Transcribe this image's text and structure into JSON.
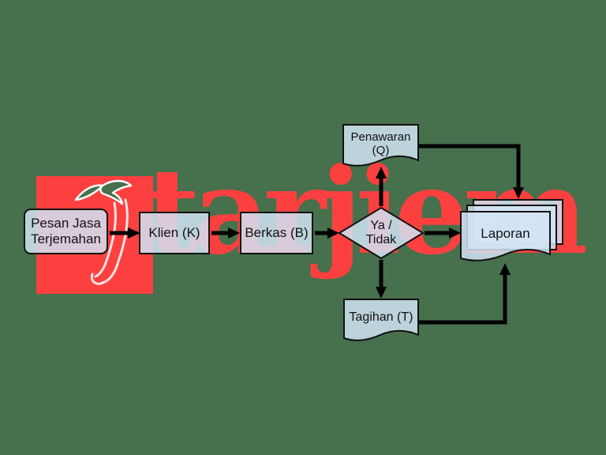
{
  "colors": {
    "background": "#47704d",
    "watermark_red": "#fc4040",
    "shape_fill": "#d2e4f4",
    "shape_border": "#111111",
    "arrow": "#000000"
  },
  "watermark": {
    "brand_text": "tarjiem",
    "logo": "tarjiem-bird-j-logo"
  },
  "nodes": {
    "pesan_jasa": {
      "label": "Pesan Jasa\nTerjemahan",
      "shape": "rounded-rectangle"
    },
    "klien": {
      "label": "Klien (K)",
      "shape": "rectangle"
    },
    "berkas": {
      "label": "Berkas (B)",
      "shape": "rectangle"
    },
    "decision": {
      "label": "Ya /\nTidak",
      "shape": "diamond"
    },
    "penawaran": {
      "label": "Penawaran\n(Q)",
      "shape": "document"
    },
    "tagihan": {
      "label": "Tagihan (T)",
      "shape": "document"
    },
    "laporan": {
      "label": "Laporan",
      "shape": "multi-document"
    }
  },
  "edges": [
    {
      "from": "pesan_jasa",
      "to": "klien"
    },
    {
      "from": "klien",
      "to": "berkas"
    },
    {
      "from": "berkas",
      "to": "decision"
    },
    {
      "from": "decision",
      "to": "penawaran"
    },
    {
      "from": "decision",
      "to": "tagihan"
    },
    {
      "from": "decision",
      "to": "laporan"
    },
    {
      "from": "penawaran",
      "to": "laporan"
    },
    {
      "from": "tagihan",
      "to": "laporan"
    }
  ]
}
